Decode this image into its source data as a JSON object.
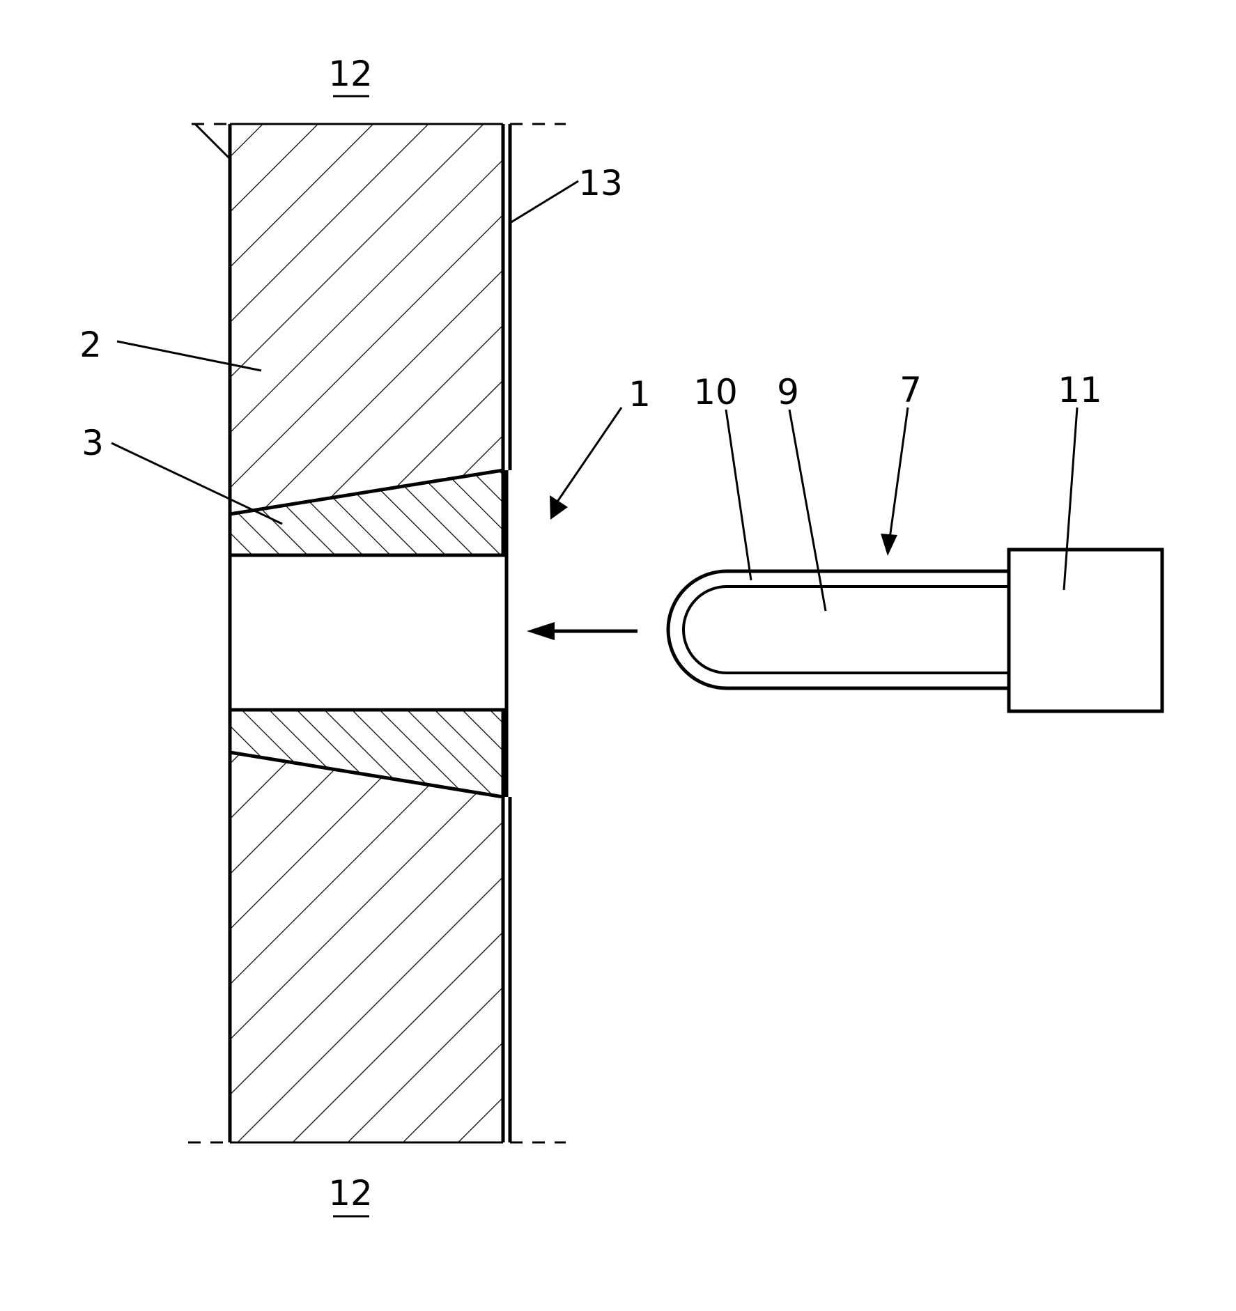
{
  "figure": {
    "labels": {
      "top_12": "12",
      "bottom_12": "12",
      "ref_13": "13",
      "ref_2": "2",
      "ref_3": "3",
      "ref_1": "1",
      "ref_10": "10",
      "ref_9": "9",
      "ref_7": "7",
      "ref_11": "11"
    }
  }
}
